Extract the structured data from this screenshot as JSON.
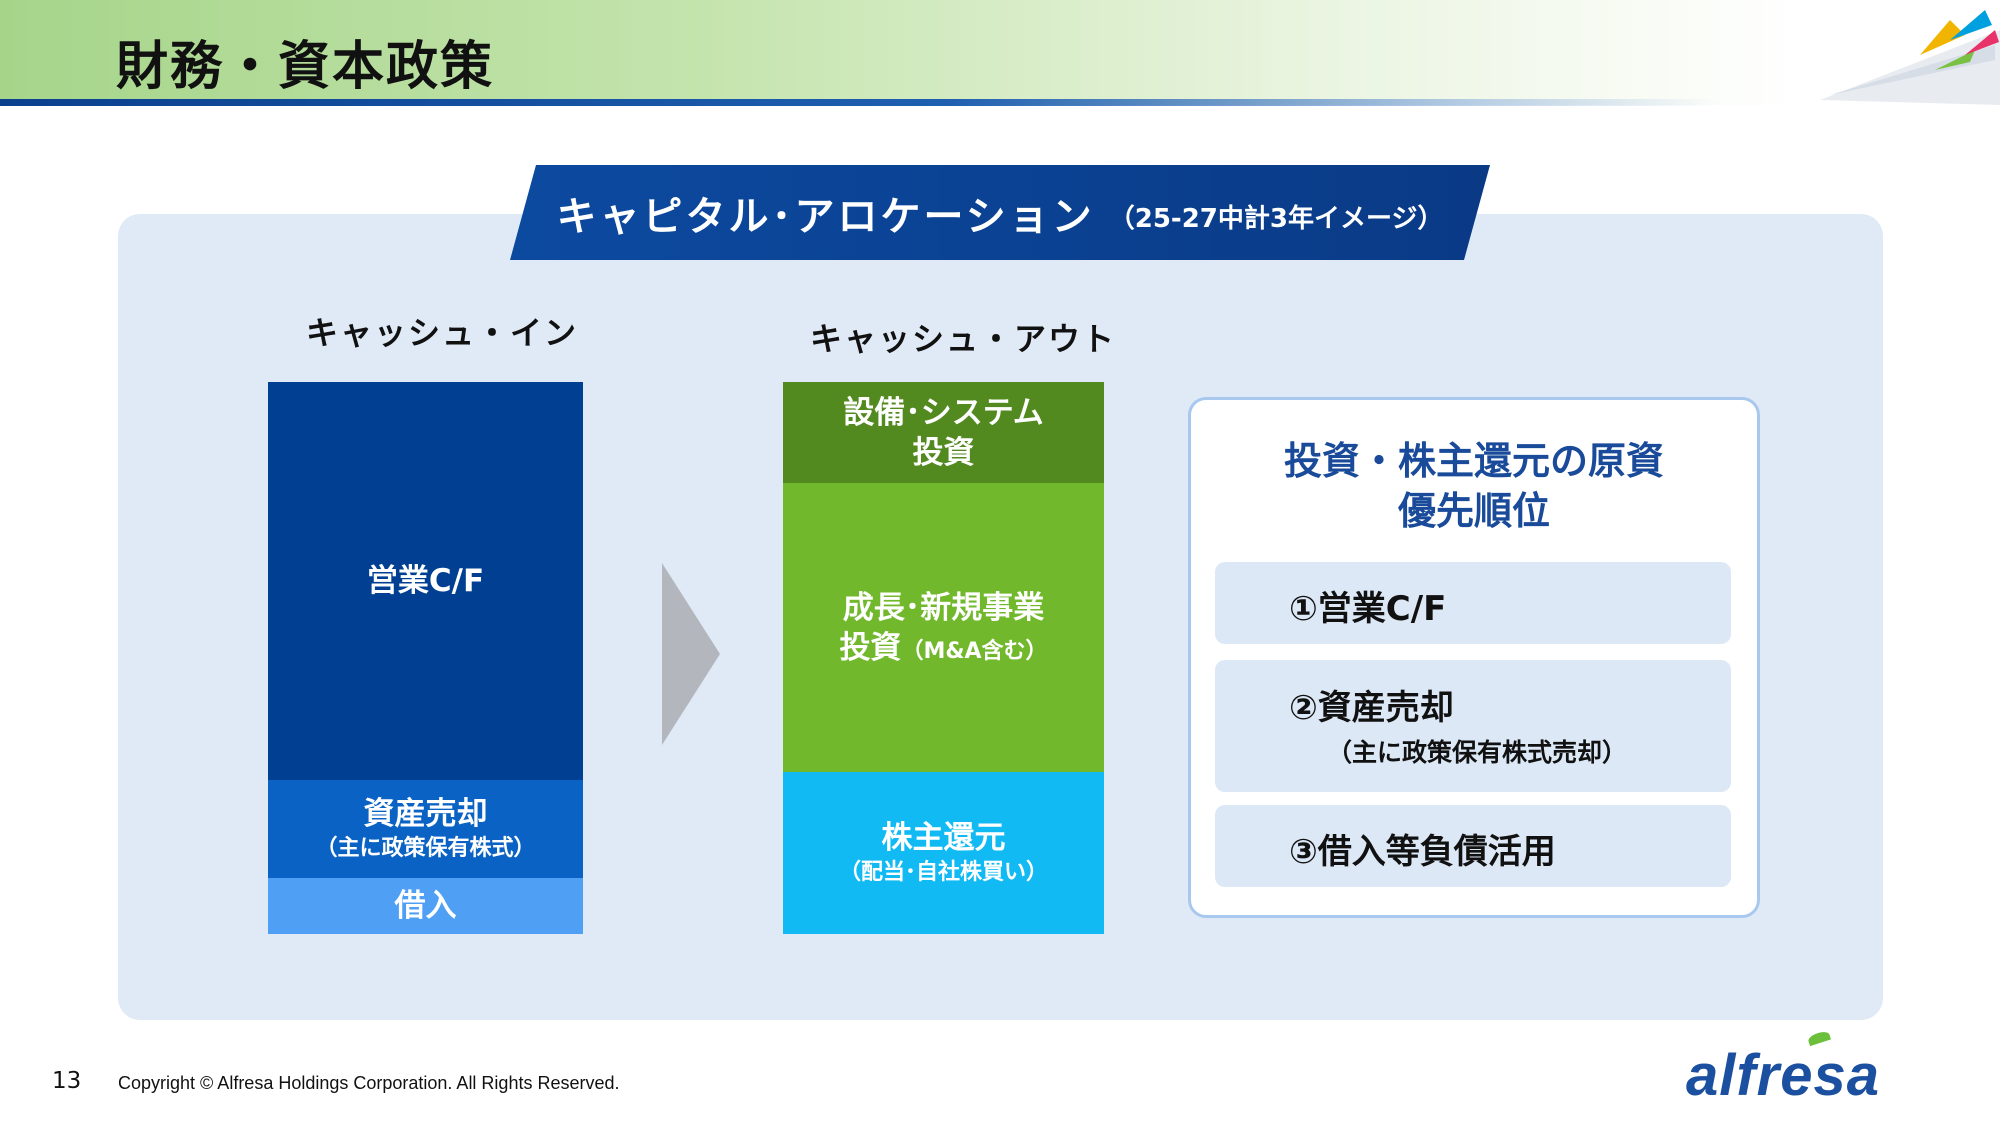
{
  "header": {
    "title": "財務・資本政策"
  },
  "banner": {
    "main": "キャピタル･アロケーション",
    "sub": "（25-27中計3年イメージ）"
  },
  "cash_in": {
    "heading": "キャッシュ・イン",
    "blocks": [
      {
        "label": "営業C/F",
        "color": "#003f91"
      },
      {
        "label": "資産売却",
        "sub": "（主に政策保有株式）",
        "color": "#0a63c4"
      },
      {
        "label": "借入",
        "color": "#4fa0f5"
      }
    ]
  },
  "cash_out": {
    "heading": "キャッシュ・アウト",
    "blocks": [
      {
        "line1": "設備･システム",
        "line2": "投資",
        "color": "#538a1f"
      },
      {
        "line1": "成長･新規事業",
        "line2": "投資",
        "sub": "（M&A含む）",
        "color": "#71b82c"
      },
      {
        "label": "株主還元",
        "sub": "（配当･自社株買い）",
        "color": "#12baf4"
      }
    ]
  },
  "priority": {
    "title_line1": "投資・株主還元の原資",
    "title_line2": "優先順位",
    "items": [
      {
        "label": "①営業C/F"
      },
      {
        "label": "②資産売却",
        "sub": "（主に政策保有株式売却）"
      },
      {
        "label": "③借入等負債活用"
      }
    ]
  },
  "footer": {
    "page_number": "13",
    "copyright": "Copyright © Alfresa Holdings Corporation. All Rights Reserved.",
    "logo": "alfresa"
  }
}
